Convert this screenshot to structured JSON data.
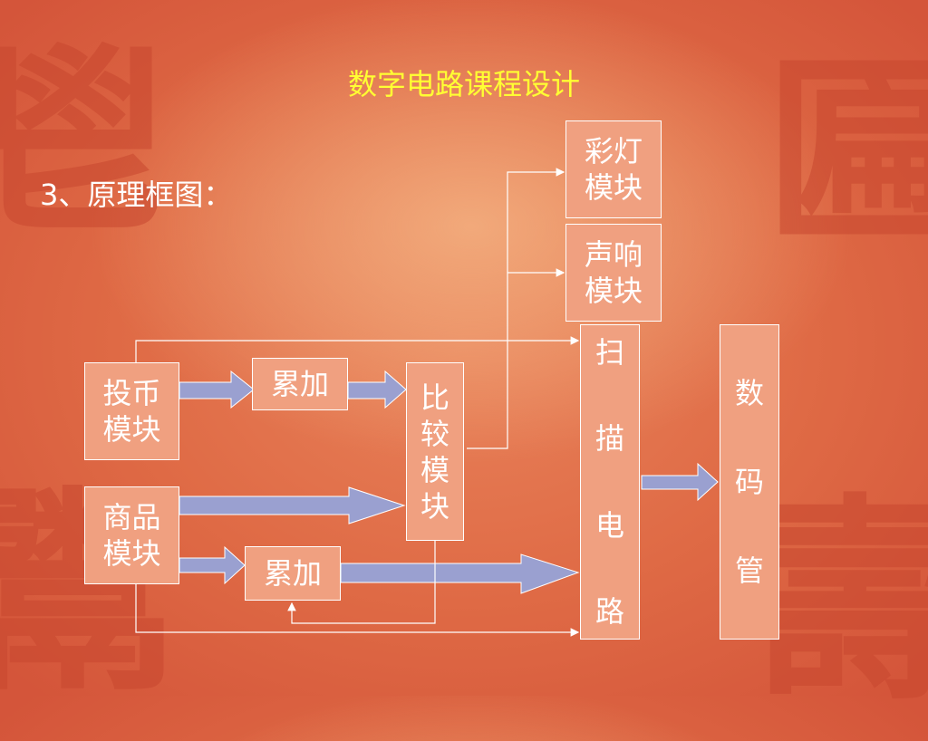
{
  "slide": {
    "title": "数字电路课程设计",
    "subtitle": "3、原理框图："
  },
  "diagram": {
    "nodes": {
      "coin_module": "投币模块",
      "goods_module": "商品模块",
      "accumulate_1": "累加",
      "accumulate_2": "累加",
      "compare_module": "比较模块",
      "light_module": "彩灯模块",
      "sound_module": "声响模块",
      "scan_circuit": [
        "扫",
        "描",
        "电",
        "路"
      ],
      "digital_tube": [
        "数",
        "码",
        "管"
      ]
    },
    "colors": {
      "box_fill": "#f0a080",
      "box_border": "#ffffff",
      "arrow_fill": "#9aa0d0",
      "title_color": "#ffff33"
    }
  }
}
